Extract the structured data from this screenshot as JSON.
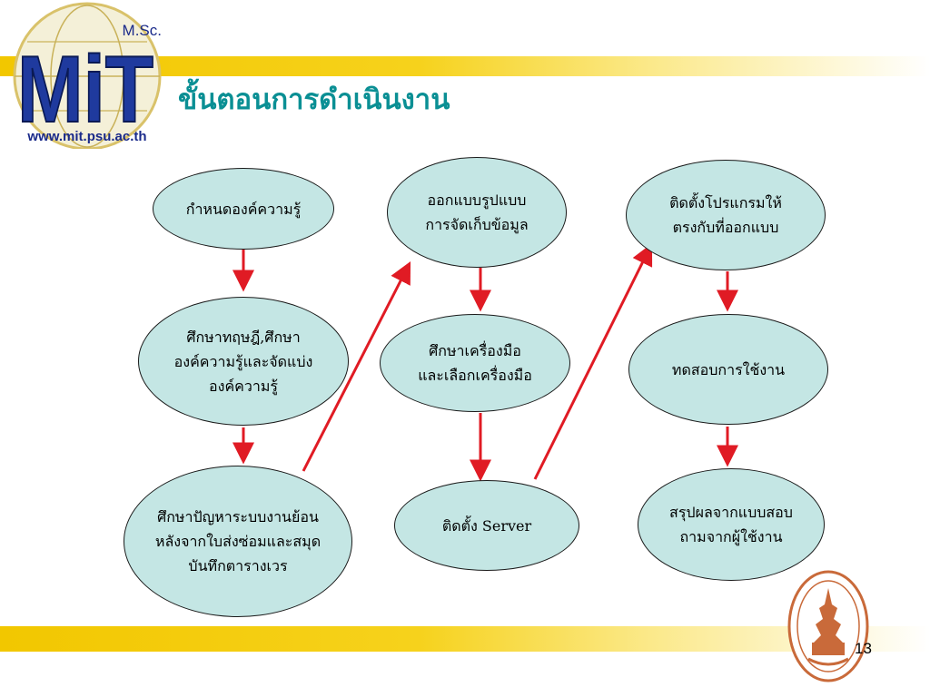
{
  "page": {
    "title": "ขั้นตอนการดำเนินงาน",
    "page_number": "13"
  },
  "logo": {
    "badge": "M.Sc.",
    "letters": "MiT",
    "url": "www.mit.psu.ac.th"
  },
  "seal": {
    "icon": "school-seal-icon"
  },
  "colors": {
    "title": "#0a8f94",
    "node_fill": "#c4e6e4",
    "arrow": "#e01b24",
    "band": "#f2c700"
  },
  "diagram": {
    "nodes": [
      {
        "id": "n1",
        "text": "กำหนดองค์ความรู้"
      },
      {
        "id": "n2",
        "text": "ศึกษาทฤษฎี,ศึกษา\nองค์ความรู้และจัดแบ่ง\nองค์ความรู้"
      },
      {
        "id": "n3",
        "text": "ศึกษาปัญหาระบบงานย้อน\nหลังจากใบส่งซ่อมและสมุด\nบันทึกตารางเวร"
      },
      {
        "id": "n4",
        "text": "ออกแบบรูปแบบ\nการจัดเก็บข้อมูล"
      },
      {
        "id": "n5",
        "text": "ศึกษาเครื่องมือ\nและเลือกเครื่องมือ"
      },
      {
        "id": "n6",
        "text": "ติดตั้ง Server"
      },
      {
        "id": "n7",
        "text": "ติดตั้งโปรแกรมให้\nตรงกับที่ออกแบบ"
      },
      {
        "id": "n8",
        "text": "ทดสอบการใช้งาน"
      },
      {
        "id": "n9",
        "text": "สรุปผลจากแบบสอบ\nถามจากผู้ใช้งาน"
      }
    ],
    "edges": [
      {
        "from": "n1",
        "to": "n2"
      },
      {
        "from": "n2",
        "to": "n3"
      },
      {
        "from": "n3",
        "to": "n4"
      },
      {
        "from": "n4",
        "to": "n5"
      },
      {
        "from": "n5",
        "to": "n6"
      },
      {
        "from": "n6",
        "to": "n7"
      },
      {
        "from": "n7",
        "to": "n8"
      },
      {
        "from": "n8",
        "to": "n9"
      }
    ]
  }
}
